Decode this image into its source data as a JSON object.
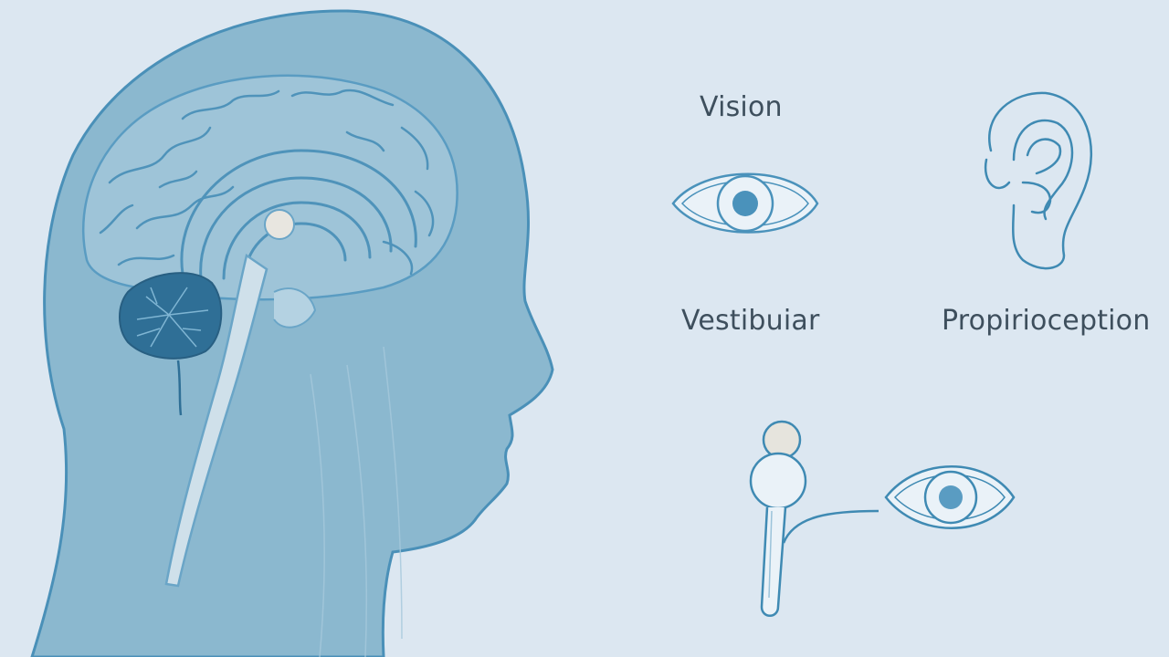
{
  "labels": {
    "vision": "Vision",
    "vestibular": "Vestibuiar",
    "proprioception": "Propirioception"
  },
  "colors": {
    "background": "#dce7f1",
    "head_fill": "#8bb8cf",
    "outline": "#3f8ab3",
    "cerebellum": "#2f6f96",
    "thalamus": "#e8e6e0",
    "text": "#3e4f5d"
  },
  "icons": [
    "head-silhouette-icon",
    "brain-icon",
    "cerebellum-icon",
    "eye-icon",
    "ear-icon",
    "eye-icon",
    "inner-ear-icon"
  ]
}
